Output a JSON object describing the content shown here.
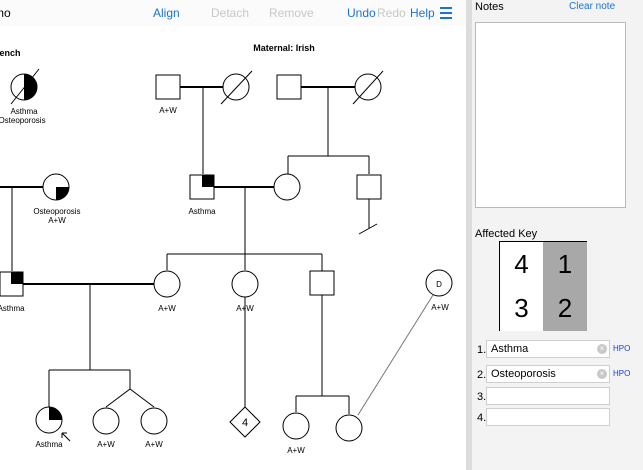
{
  "app": {
    "title_fragment": "mo"
  },
  "toolbar": {
    "align": "Align",
    "detach": "Detach",
    "remove": "Remove",
    "undo": "Undo",
    "redo": "Redo",
    "help": "Help",
    "menu_icon": "hamburger-menu-icon"
  },
  "canvas": {
    "headers": {
      "paternal": "rench",
      "maternal": "Maternal: Irish"
    },
    "labels": {
      "gp1_woman_line1": "Asthma",
      "gp1_woman_line2": "Osteoporosis",
      "mgf_paternal": "A+W",
      "father": "Asthma",
      "grandma_line1": "Osteoporosis",
      "grandma_line2": "A+W",
      "left_man": "Asthma",
      "mother_circle": "A+W",
      "sib_circle": "A+W",
      "proband": "Asthma",
      "twin1": "A+W",
      "twin2": "A+W",
      "bottom_circle": "A+W",
      "donor": "D",
      "donor_label": "A+W",
      "multiple_count": "4"
    }
  },
  "notes": {
    "title": "Notes",
    "clear_label": "Clear note",
    "value": ""
  },
  "affected_key": {
    "title": "Affected Key",
    "cells": {
      "top_left": "4",
      "top_right": "1",
      "bottom_left": "3",
      "bottom_right": "2"
    },
    "fill_color": "#a8a8a8",
    "rows": [
      {
        "num": "1.",
        "value": "Asthma",
        "hpo": "HPO"
      },
      {
        "num": "2.",
        "value": "Osteoporosis",
        "hpo": "HPO"
      },
      {
        "num": "3.",
        "value": ""
      },
      {
        "num": "4.",
        "value": ""
      }
    ]
  },
  "colors": {
    "link": "#1a73d9",
    "disabled": "#c7c7c7",
    "hpo": "#1a3fd9"
  }
}
